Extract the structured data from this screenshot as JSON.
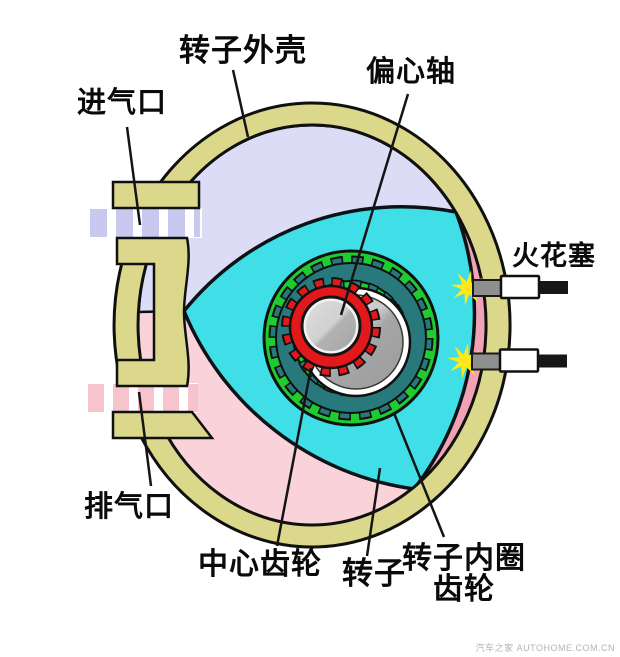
{
  "labels": {
    "rotor_housing": "转子外壳",
    "eccentric_shaft": "偏心轴",
    "intake_port": "进气口",
    "spark_plug": "火花塞",
    "exhaust_port": "排气口",
    "center_gear": "中心齿轮",
    "rotor": "转子",
    "rotor_ring_gear_line1": "转子内圈",
    "rotor_ring_gear_line2": "齿轮"
  },
  "watermark": "汽车之家 AUTOHOME.COM.CN",
  "colors": {
    "housing": "#dbd78b",
    "intake_chamber": "#dcdcf6",
    "exhaust_chamber": "#f9d2da",
    "compression_chamber": "#f1a2b4",
    "rotor": "#40dfe8",
    "gear_housing_green": "#1ecb30",
    "ring_gear": "#28797c",
    "center_gear": "#e3181b",
    "spark": "#ffe81a",
    "intake_stripe": "#c9c9ef",
    "exhaust_stripe": "#f7c3cd"
  }
}
